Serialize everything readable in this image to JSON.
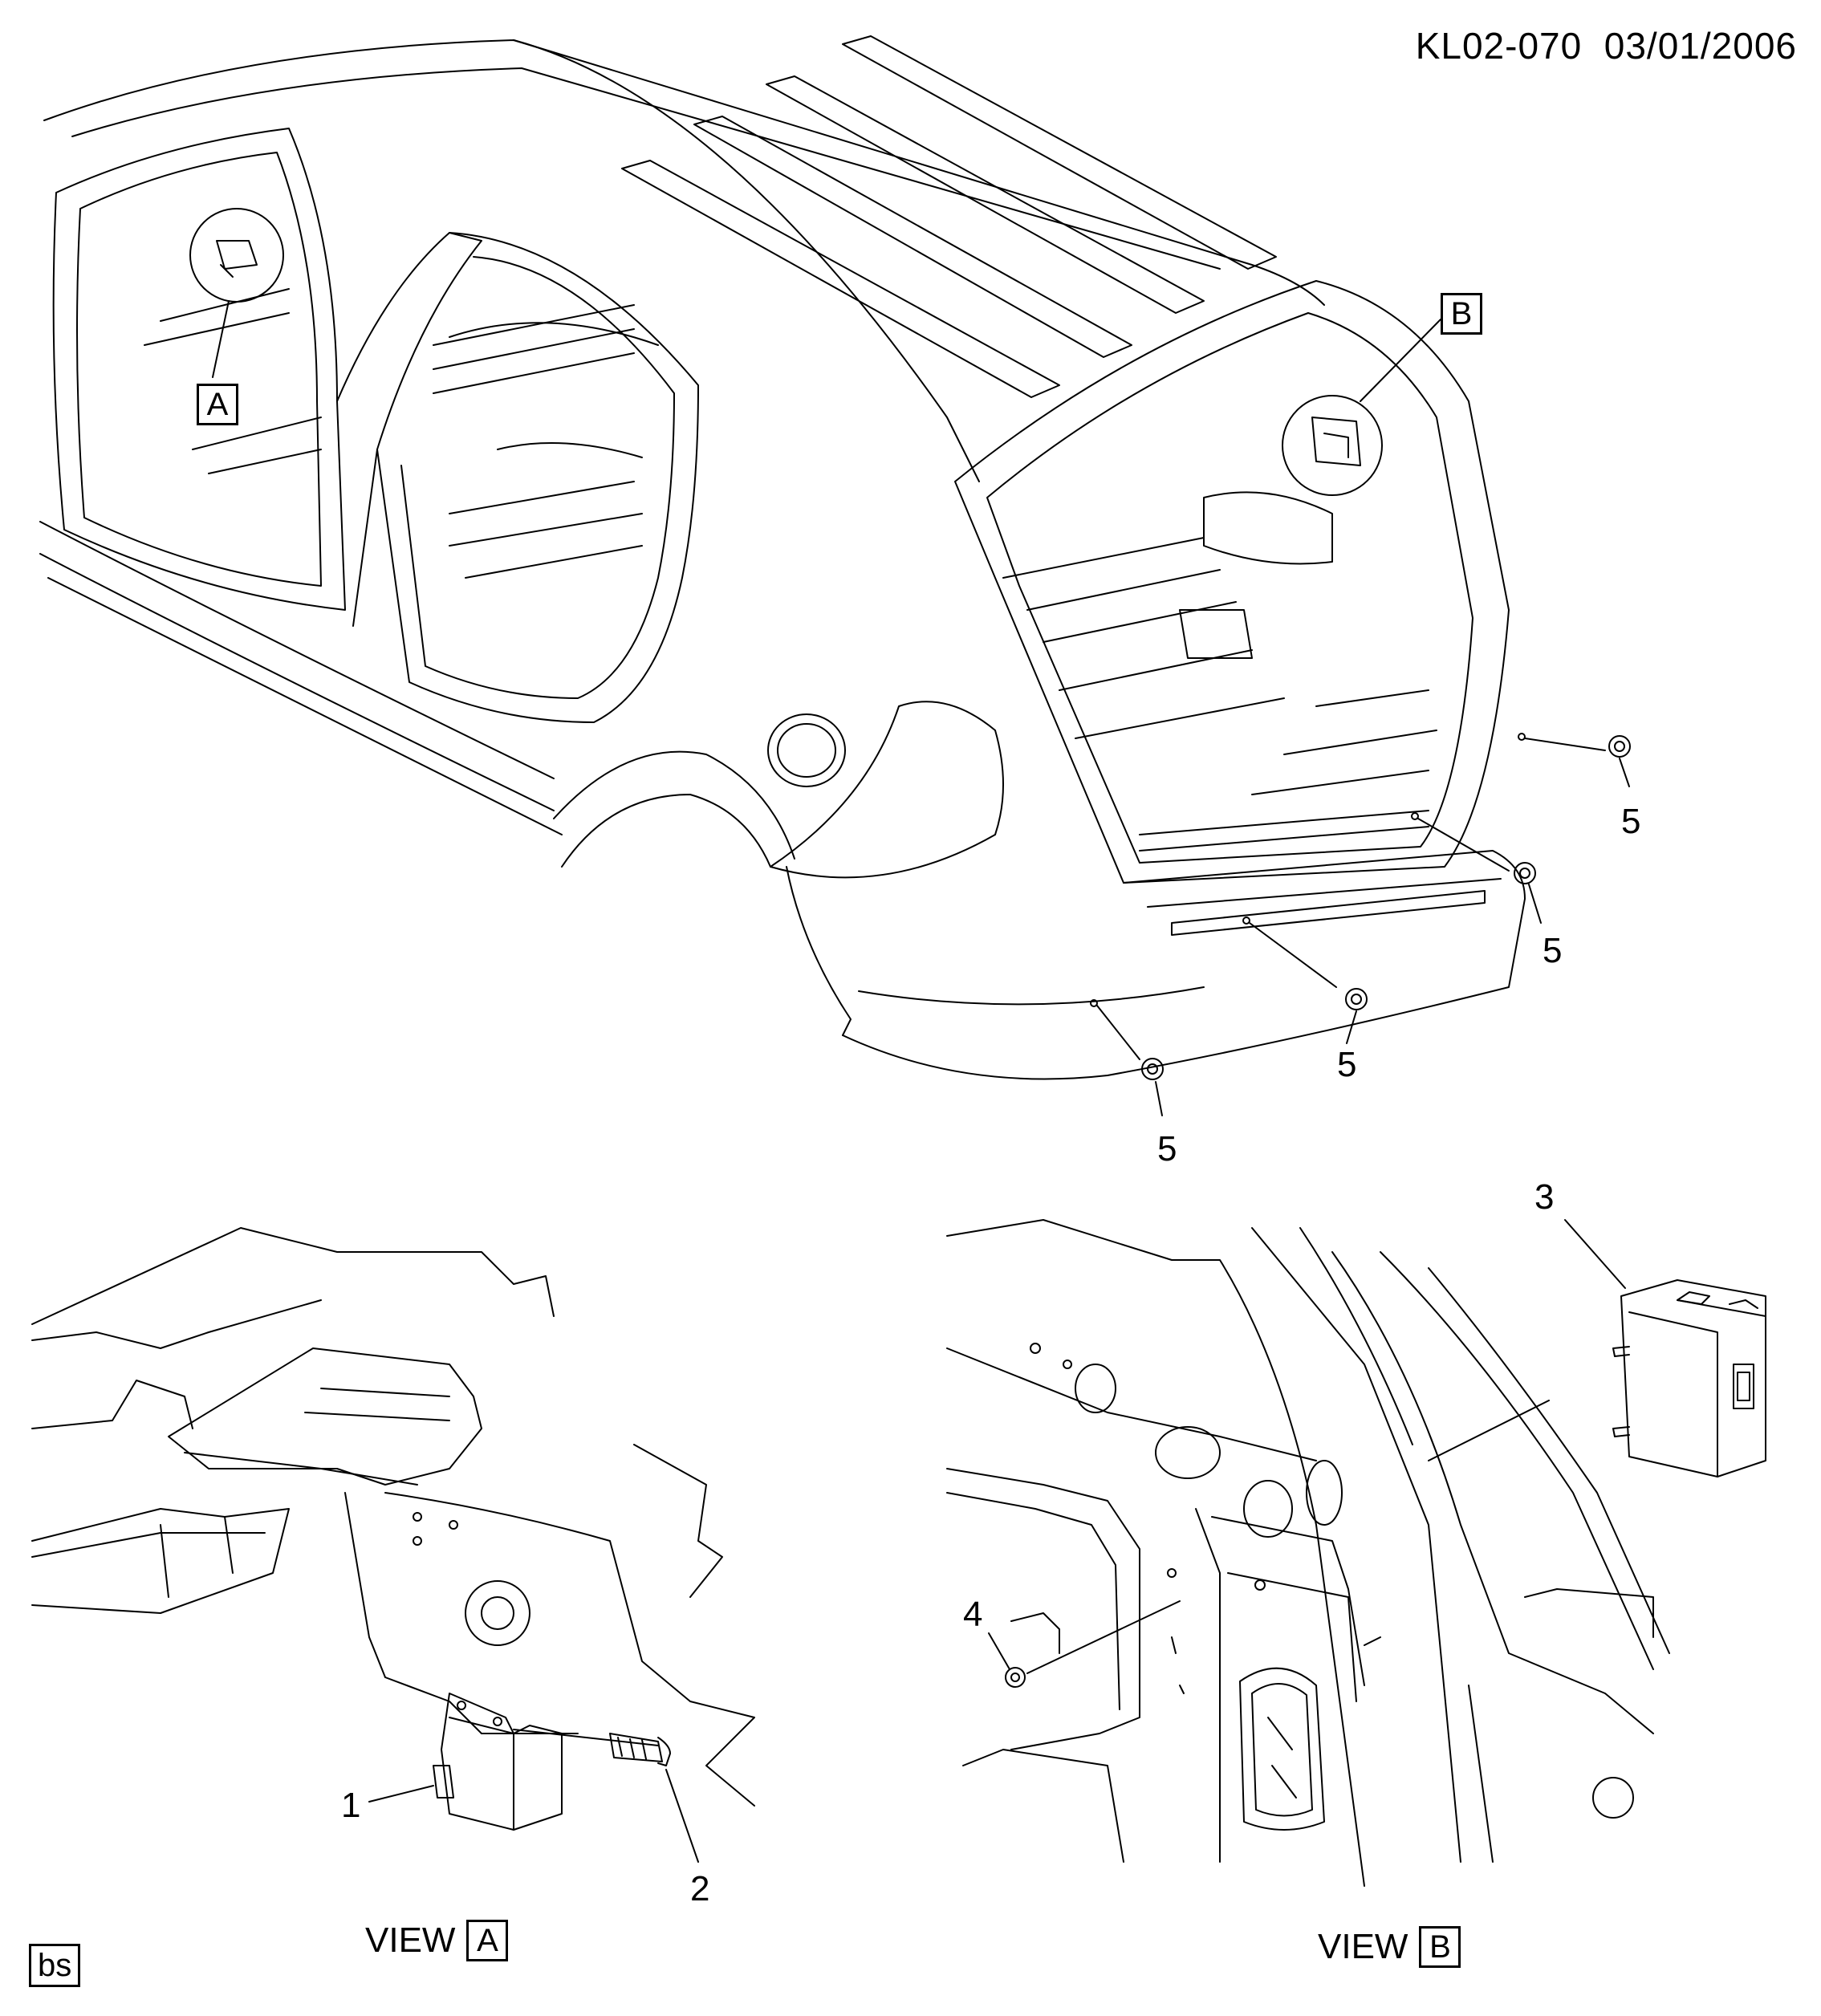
{
  "header": {
    "code": "KL02-070",
    "date": "03/01/2006"
  },
  "detail_markers": {
    "a": "A",
    "b": "B"
  },
  "callouts": {
    "c1": "1",
    "c2": "2",
    "c3": "3",
    "c4": "4",
    "c5a": "5",
    "c5b": "5",
    "c5c": "5",
    "c5d": "5"
  },
  "views": {
    "a": {
      "word": "VIEW",
      "letter": "A"
    },
    "b": {
      "word": "VIEW",
      "letter": "B"
    }
  },
  "footer_tag": "bs"
}
